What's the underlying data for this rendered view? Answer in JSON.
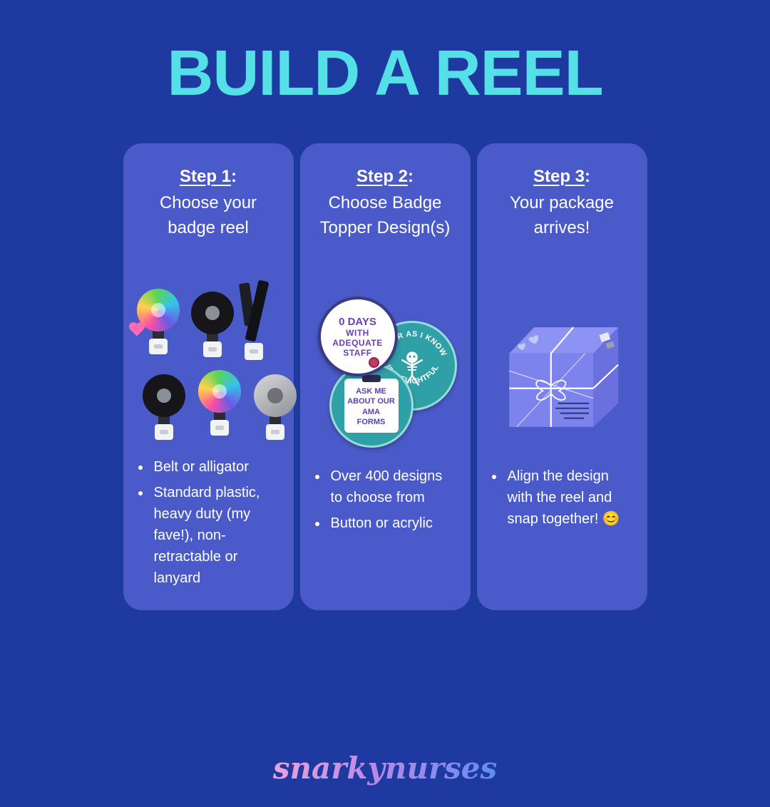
{
  "page": {
    "title": "BUILD A REEL",
    "brand": "snarkynurses"
  },
  "colors": {
    "background": "#1e3aa0",
    "card": "#4a5bc9",
    "title_accent": "#55dfe6",
    "badge_teal": "#2fa0a5",
    "package_purple": "#7d83ec",
    "brand_gradient_start": "#eba4da",
    "brand_gradient_end": "#5f8df0"
  },
  "steps": [
    {
      "label": "Step 1",
      "colon": ":",
      "heading": "Choose your badge reel",
      "bullets": [
        "Belt or alligator",
        "Standard plastic, heavy duty (my fave!), non-retractable or lanyard"
      ]
    },
    {
      "label": "Step 2",
      "colon": ":",
      "heading": "Choose Badge Topper Design(s)",
      "bullets": [
        "Over 400 designs to choose from",
        "Button or acrylic"
      ],
      "badges": {
        "staff": {
          "line1": "0 DAYS",
          "line2": "WITH",
          "line3": "ADEQUATE",
          "line4": "STAFF"
        },
        "delightful": {
          "top": "AS FAR AS I KNOW",
          "bottom": "I'M  DELIGHTFUL"
        },
        "ama": {
          "line1": "ASK ME",
          "line2": "ABOUT OUR",
          "line3": "AMA",
          "line4": "FORMS"
        }
      }
    },
    {
      "label": "Step 3",
      "colon": ":",
      "heading": "Your package arrives!",
      "bullets": [
        "Align the design with the reel and snap together! 😊"
      ]
    }
  ]
}
